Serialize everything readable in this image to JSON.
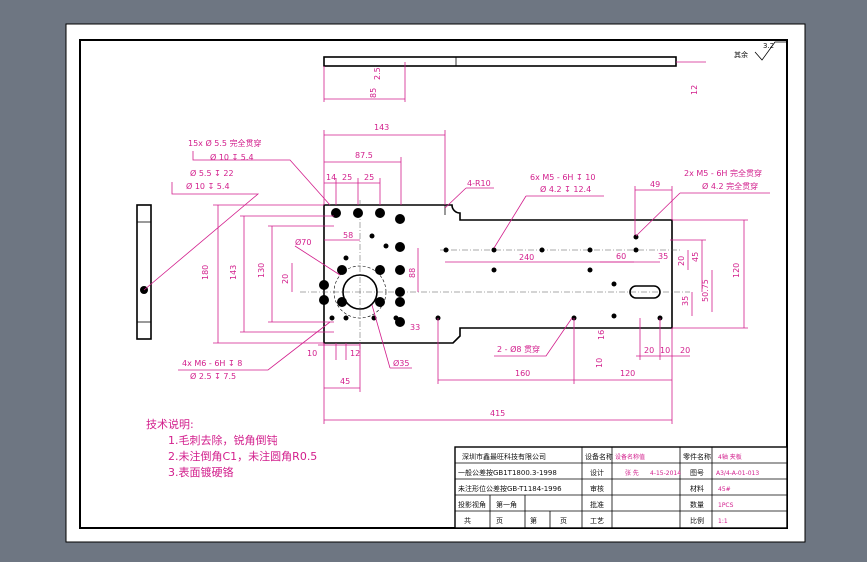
{
  "drawing": {
    "roughness_symbol": {
      "label": "其余",
      "value": "3.2"
    },
    "top_view_dims": [
      "2.5",
      "85",
      "12"
    ],
    "main_dims": [
      "143",
      "87.5",
      "14",
      "25",
      "25",
      "4-R10",
      "49",
      "Ø70",
      "58",
      "180",
      "143",
      "130",
      "20",
      "88",
      "240",
      "60",
      "35",
      "45",
      "20",
      "120",
      "50.75",
      "35",
      "33",
      "10",
      "12",
      "Ø35",
      "45",
      "160",
      "120",
      "415",
      "10",
      "16",
      "20",
      "10",
      "20"
    ],
    "callouts": [
      "15x  Ø 5.5 完全贯穿",
      "Ø 10 ↧ 5.4",
      "Ø 5.5 ↧ 22",
      "Ø 10 ↧ 5.4",
      "6x  M5 - 6H ↧ 10",
      "Ø 4.2 ↧ 12.4",
      "2x  M5 - 6H 完全贯穿",
      "Ø 4.2 完全贯穿",
      "4x  M6 - 6H ↧ 8",
      "Ø 2.5 ↧ 7.5",
      "2 - Ø8 贯穿"
    ],
    "tech_notes": {
      "title": "技术说明:",
      "items": [
        "1.毛刺去除，锐角倒钝",
        "2.未注倒角C1，未注圆角R0.5",
        "3.表面镀硬铬"
      ]
    }
  },
  "title_block": {
    "company": "深圳市鑫最旺科技有限公司",
    "r1": [
      "一般公差按GB1T1800.3-1998"
    ],
    "r2": [
      "未注形位公差按GB-T1184-1996"
    ],
    "r3": [
      "投影视角",
      "第一角"
    ],
    "r4": [
      "共",
      "页",
      "第",
      "页"
    ],
    "labels": [
      "设备名称",
      "设计",
      "审核",
      "批准",
      "工艺"
    ],
    "right_labels": [
      "零件名称",
      "图号",
      "材料",
      "数量",
      "比例"
    ],
    "values": [
      "设备名称值",
      "张  先",
      "4-15-2014",
      "4轴 夹板",
      "A3/4-A-01-013",
      "45#",
      "1PCS",
      "1:1"
    ]
  }
}
